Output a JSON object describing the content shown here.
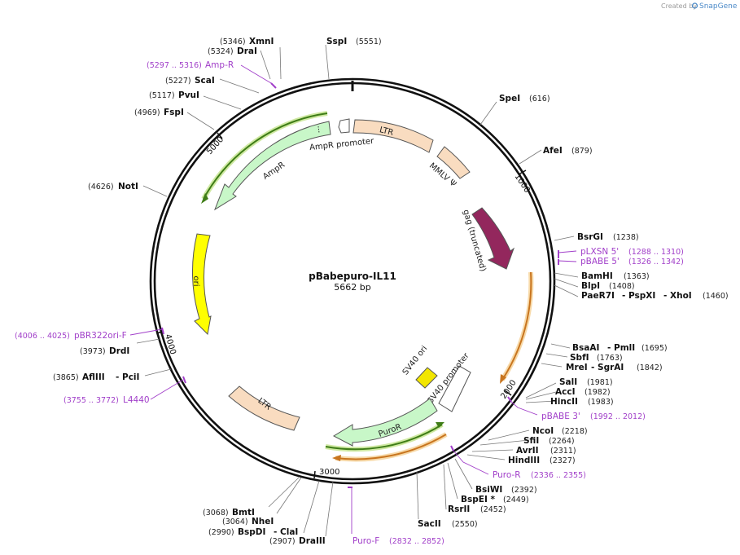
{
  "watermark": {
    "created_by": "Created by",
    "brand": "SnapGene"
  },
  "map": {
    "name": "pBabepuro-IL11",
    "length_label": "5662 bp",
    "length": 5662
  },
  "ticks": [
    "1000",
    "2000",
    "3000",
    "4000",
    "5000"
  ],
  "colors": {
    "backbone": "#111111",
    "ltr": "#f9dcc0",
    "mmlv": "#f9dcc0",
    "gag": "#93275d",
    "ori": "#ffff00",
    "amp": "#c8f7c8",
    "promoter": "#ffffff",
    "sv40ori": "#f2e600",
    "orf_green": "#5b9a2a",
    "orf_orange": "#c8751f",
    "primer": "#a13fc9"
  },
  "features": [
    {
      "name": "ltr-left-feature",
      "label": "LTR"
    },
    {
      "name": "mmlv-psi-feature",
      "label": "MMLV Ψ"
    },
    {
      "name": "gag-feature",
      "label": "gag (truncated)"
    },
    {
      "name": "ori-feature",
      "label": "ori"
    },
    {
      "name": "ampr-feature",
      "label": "AmpR"
    },
    {
      "name": "ampr-promoter-feature",
      "label": "AmpR promoter"
    },
    {
      "name": "ltr-right-feature",
      "label": "LTR"
    },
    {
      "name": "sv40-ori-feature",
      "label": "SV40 ori"
    },
    {
      "name": "sv40-promoter-feature",
      "label": "SV40 promoter"
    },
    {
      "name": "puror-feature",
      "label": "PuroR"
    }
  ],
  "sites": [
    {
      "name": "XmnI",
      "pos": "(5346)"
    },
    {
      "name": "DraI",
      "pos": "(5324)"
    },
    {
      "name": "SspI",
      "pos": "(5551)"
    },
    {
      "name": "ScaI",
      "pos": "(5227)"
    },
    {
      "name": "PvuI",
      "pos": "(5117)"
    },
    {
      "name": "FspI",
      "pos": "(4969)"
    },
    {
      "name": "NotI",
      "pos": "(4626)"
    },
    {
      "name": "SpeI",
      "pos": "(616)"
    },
    {
      "name": "AfeI",
      "pos": "(879)"
    },
    {
      "name": "BsrGI",
      "pos": "(1238)"
    },
    {
      "name": "BamHI",
      "pos": "(1363)"
    },
    {
      "name": "BlpI",
      "pos": "(1408)"
    },
    {
      "name": "PaeR7I",
      "name2": "- PspXI",
      "name3": "- XhoI",
      "pos": "(1460)"
    },
    {
      "name": "BsaAI",
      "name2": "- PmlI",
      "pos": "(1695)"
    },
    {
      "name": "SbfI",
      "pos": "(1763)"
    },
    {
      "name": "MreI",
      "name2": "- SgrAI",
      "pos": "(1842)"
    },
    {
      "name": "SalI",
      "pos": "(1981)"
    },
    {
      "name": "AccI",
      "pos": "(1982)"
    },
    {
      "name": "HincII",
      "pos": "(1983)"
    },
    {
      "name": "NcoI",
      "pos": "(2218)"
    },
    {
      "name": "SfiI",
      "pos": "(2264)"
    },
    {
      "name": "AvrII",
      "pos": "(2311)"
    },
    {
      "name": "HindIII",
      "pos": "(2327)"
    },
    {
      "name": "BsiWI",
      "pos": "(2392)"
    },
    {
      "name": "BspEI *",
      "pos": "(2449)"
    },
    {
      "name": "RsrII",
      "pos": "(2452)"
    },
    {
      "name": "SacII",
      "pos": "(2550)"
    },
    {
      "name": "DraIII",
      "pos": "(2907)"
    },
    {
      "name": "BspDI",
      "name2": "- ClaI",
      "pos": "(2990)"
    },
    {
      "name": "NheI",
      "pos": "(3064)"
    },
    {
      "name": "BmtI",
      "pos": "(3068)"
    },
    {
      "name": "DrdI",
      "pos": "(3973)"
    },
    {
      "name": "AflIII",
      "name2": "- PciI",
      "pos": "(3865)"
    }
  ],
  "primers": [
    {
      "name": "Amp-R",
      "pos": "(5297 .. 5316)"
    },
    {
      "name": "pLXSN 5'",
      "pos": "(1288 .. 1310)"
    },
    {
      "name": "pBABE 5'",
      "pos": "(1326 .. 1342)"
    },
    {
      "name": "pBABE 3'",
      "pos": "(1992 .. 2012)"
    },
    {
      "name": "Puro-R",
      "pos": "(2336 .. 2355)"
    },
    {
      "name": "Puro-F",
      "pos": "(2832 .. 2852)"
    },
    {
      "name": "pBR322ori-F",
      "pos": "(4006 .. 4025)"
    },
    {
      "name": "L4440",
      "pos": "(3755 .. 3772)"
    }
  ]
}
